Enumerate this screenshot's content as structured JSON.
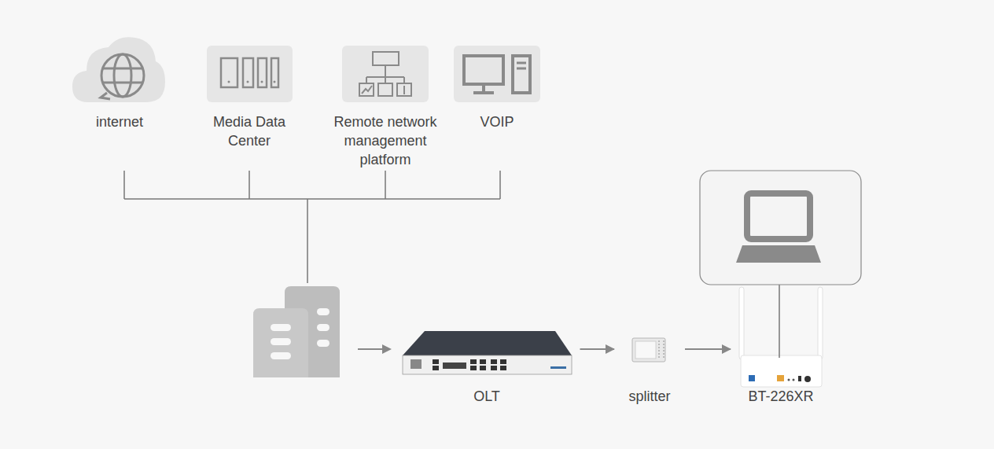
{
  "diagram": {
    "nodes": [
      {
        "text": [
          "internet"
        ]
      },
      {
        "text": [
          "Media Data Center"
        ]
      },
      {
        "text": [
          "Remote network management platform"
        ]
      },
      {
        "text": [
          "VOIP"
        ]
      },
      {
        "text": [
          "OLT"
        ]
      },
      {
        "text": [
          "splitter"
        ]
      },
      {
        "text": [
          "BT-226XR"
        ]
      }
    ],
    "edges": [
      {
        "from": 4,
        "to": 5,
        "arrow": "to"
      },
      {
        "from": 5,
        "to": 6,
        "arrow": "to"
      }
    ]
  }
}
